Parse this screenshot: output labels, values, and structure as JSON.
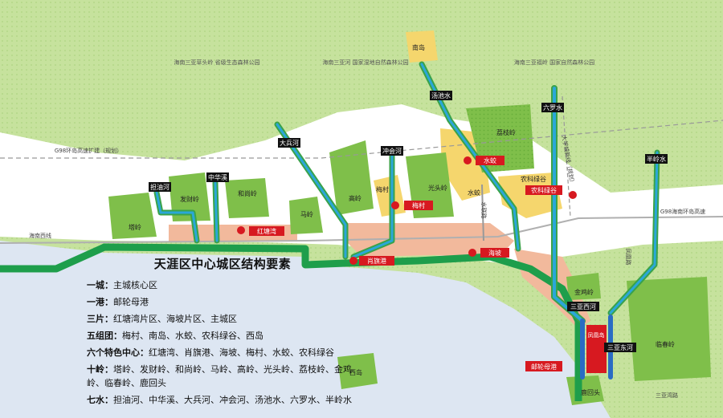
{
  "map": {
    "reserves": [
      "海南三亚草头岭 省级生态森林公园",
      "海南三亚河 国家湿地自然森林公园",
      "海南三亚福岭 国家自然森林公园"
    ],
    "roads": {
      "expressway_plan": "G98环岛高速扩建（规划）",
      "expressway": "G98海南环岛高速",
      "railway_west": "海南西线",
      "new_line": "水联路",
      "new_line_2": "大学城新线（规划）",
      "south_road": "凤凰路",
      "south_road_2": "三亚湾路"
    },
    "rivers": [
      "担油河",
      "中华溪",
      "大兵河",
      "冲会河",
      "汤池水",
      "六罗水",
      "半岭水",
      "三亚西河",
      "三亚东河"
    ],
    "hills": [
      "塔岭",
      "发财岭",
      "和尚岭",
      "马岭",
      "高岭",
      "光头岭",
      "荔枝岭",
      "金鸡岭",
      "临春岭",
      "鹿回头"
    ],
    "groups": [
      "梅村",
      "南岛",
      "水蛟",
      "农科绿谷",
      "西岛"
    ],
    "centers": [
      "红塘湾",
      "肖旗港",
      "海坡",
      "梅村",
      "水蛟",
      "农科绿谷"
    ],
    "port": "邮轮母港",
    "port_area": "凤凰岛"
  },
  "legend": {
    "title": "天涯区中心城区结构要素",
    "rows": [
      {
        "key": "一城：",
        "value": "主城核心区"
      },
      {
        "key": "一港：",
        "value": "邮轮母港"
      },
      {
        "key": "三片：",
        "value": "红塘湾片区、海坡片区、主城区"
      },
      {
        "key": "五组团：",
        "value": "梅村、南岛、水蛟、农科绿谷、西岛"
      },
      {
        "key": "六个特色中心：",
        "value": "红塘湾、肖旗港、海坡、梅村、水蛟、农科绿谷"
      },
      {
        "key": "十岭：",
        "value": "塔岭、发财岭、和尚岭、马岭、高岭、光头岭、荔枝岭、金鸡岭、临春岭、鹿回头"
      },
      {
        "key": "七水：",
        "value": "担油河、中华溪、大兵河、冲会河、汤池水、六罗水、半岭水"
      }
    ]
  },
  "colors": {
    "sea": "#dde6f2",
    "forest": "#c6e29d",
    "hill": "#7fbf4a",
    "urban": "#f2b99c",
    "group": "#f5d66d",
    "river": "#2aa7d8",
    "river_edge": "#3aa24a",
    "coast": "#1e9e4b",
    "center_dot": "#d71920",
    "label_dark": "#111111"
  }
}
